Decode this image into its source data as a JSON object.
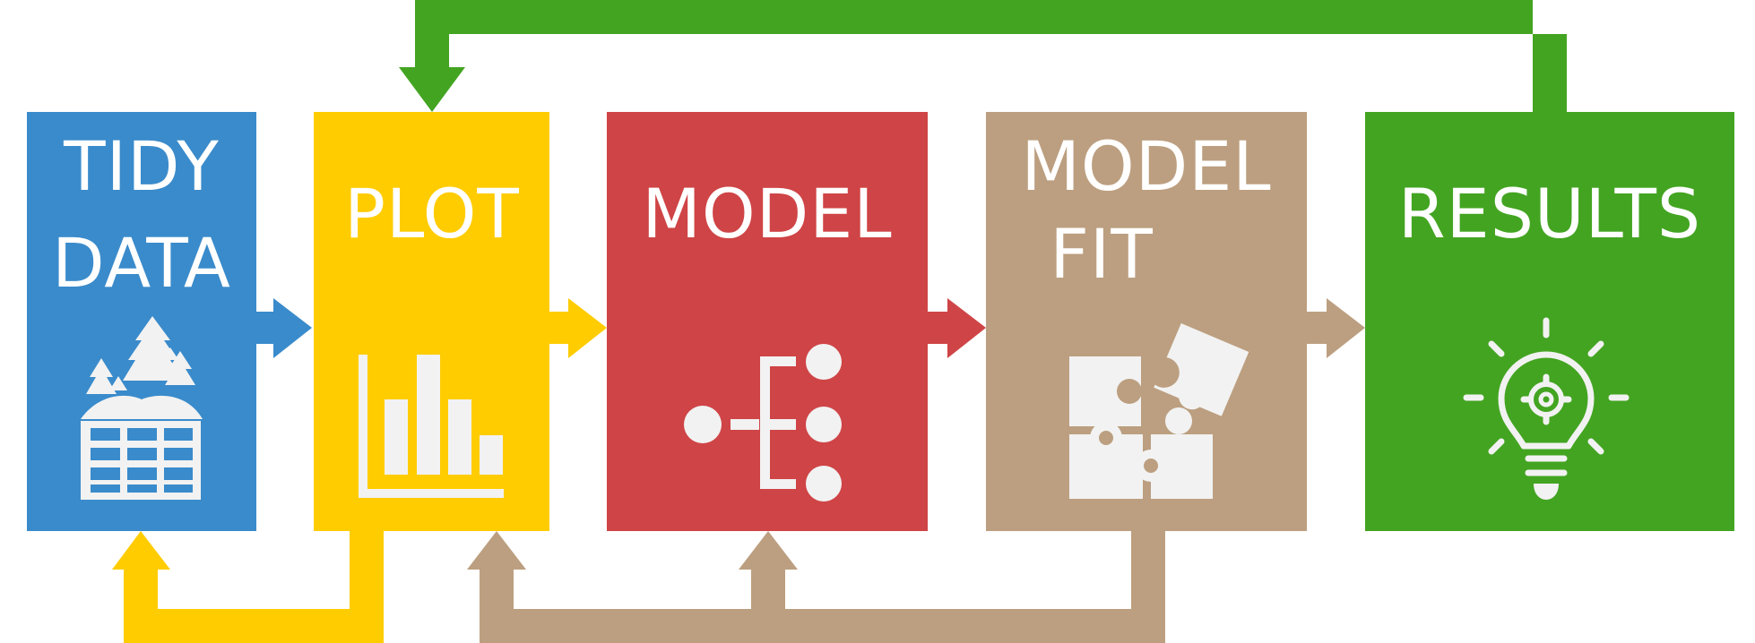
{
  "diagram": {
    "colors": {
      "tidy": "#3a8bcb",
      "plot": "#ffcc00",
      "model": "#cf4446",
      "fit": "#bc9f80",
      "results": "#43a421",
      "icon": "#f2f2f2",
      "label": "#ffffff"
    },
    "boxes": [
      {
        "id": "tidy",
        "lines": [
          "TIDY",
          "DATA"
        ],
        "icon": "forest-table-icon"
      },
      {
        "id": "plot",
        "lines": [
          "PLOT"
        ],
        "icon": "bar-chart-icon"
      },
      {
        "id": "model",
        "lines": [
          "MODEL"
        ],
        "icon": "model-tree-icon"
      },
      {
        "id": "fit",
        "lines": [
          "MODEL",
          "FIT"
        ],
        "icon": "puzzle-icon"
      },
      {
        "id": "results",
        "lines": [
          "RESULTS"
        ],
        "icon": "lightbulb-icon"
      }
    ],
    "arrows": [
      {
        "from": "tidy",
        "to": "plot",
        "color": "tidy"
      },
      {
        "from": "plot",
        "to": "model",
        "color": "plot"
      },
      {
        "from": "model",
        "to": "fit",
        "color": "model"
      },
      {
        "from": "fit",
        "to": "results",
        "color": "fit"
      },
      {
        "from": "results",
        "to": "plot",
        "color": "results",
        "route": "over-top"
      },
      {
        "from": "plot",
        "to": "tidy",
        "color": "plot",
        "route": "under-bottom"
      },
      {
        "from": "fit",
        "to": "plot",
        "color": "fit",
        "route": "under-bottom"
      },
      {
        "from": "fit",
        "to": "model",
        "color": "fit",
        "route": "under-bottom"
      }
    ]
  }
}
